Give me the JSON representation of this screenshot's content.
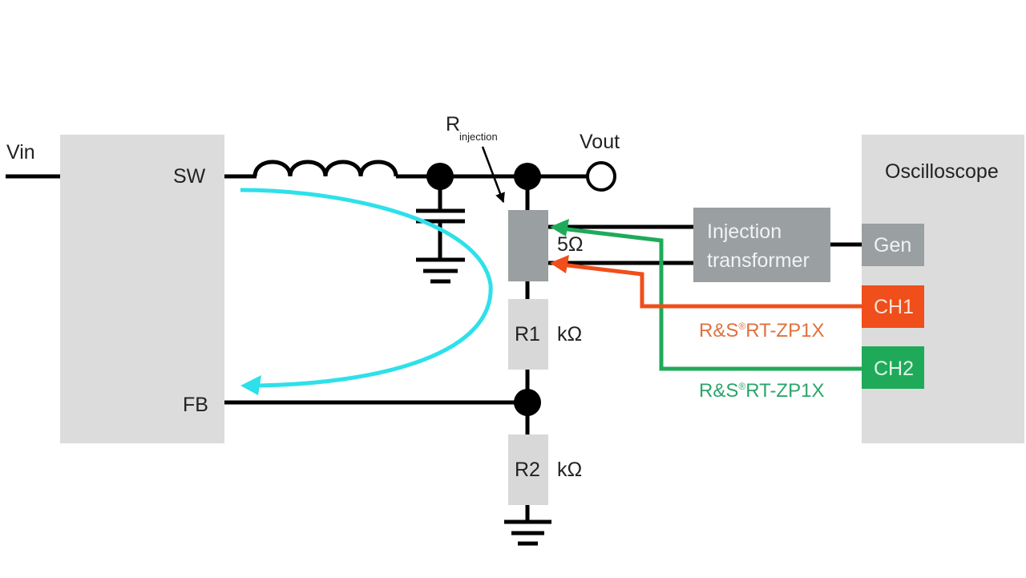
{
  "diagram": {
    "title": "Loop gain measurement setup with injection transformer",
    "colors": {
      "background": "#ffffff",
      "wire": "#000000",
      "block_light": "#dcdcdc",
      "block_gray": "#9a9fa1",
      "feedback_arrow": "#2ee0ea",
      "ch1": "#f04e1a",
      "ch2": "#1faa5a",
      "ch1_text": "#e0703e",
      "ch2_text": "#2aa56a"
    },
    "nodes": {
      "vin": {
        "label": "Vin"
      },
      "converter": {
        "pin_sw": "SW",
        "pin_fb": "FB"
      },
      "vout": {
        "label": "Vout"
      },
      "r_injection": {
        "label_main": "R",
        "label_sub": "injection",
        "value": "5Ω"
      },
      "r1": {
        "label": "R1",
        "unit": "kΩ"
      },
      "r2": {
        "label": "R2",
        "unit": "kΩ"
      },
      "injection_transformer": {
        "line1": "Injection",
        "line2": "transformer"
      },
      "oscilloscope": {
        "label": "Oscilloscope",
        "ports": [
          {
            "id": "gen",
            "label": "Gen"
          },
          {
            "id": "ch1",
            "label": "CH1"
          },
          {
            "id": "ch2",
            "label": "CH2"
          }
        ]
      }
    },
    "probes": [
      {
        "channel": "CH1",
        "label_a": "R&S",
        "label_reg": "®",
        "label_b": "RT-ZP1X"
      },
      {
        "channel": "CH2",
        "label_a": "R&S",
        "label_reg": "®",
        "label_b": "RT-ZP1X"
      }
    ]
  }
}
